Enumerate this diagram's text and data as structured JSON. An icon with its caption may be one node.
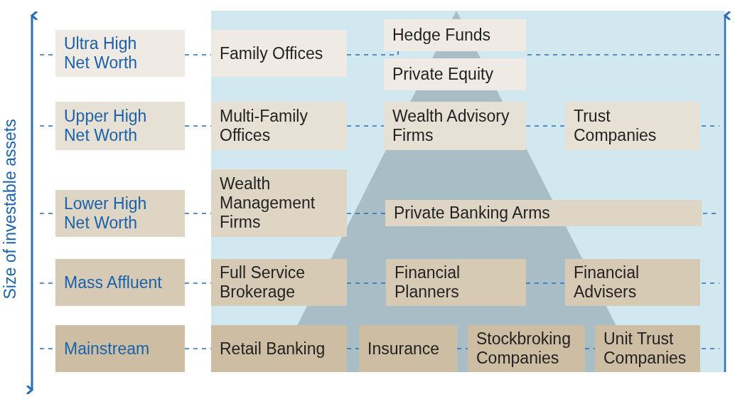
{
  "diagram": {
    "nodes": [
      {
        "text": [
          "Ultra High Net Worth"
        ]
      },
      {
        "text": [
          "Family Offices"
        ]
      },
      {
        "text": [
          "Hedge Funds"
        ]
      },
      {
        "text": [
          "Private Equity"
        ]
      },
      {
        "text": [
          "Upper High Net Worth"
        ]
      },
      {
        "text": [
          "Multi-Family Offices"
        ]
      },
      {
        "text": [
          "Wealth Advisory Firms"
        ]
      },
      {
        "text": [
          "Trust Companies"
        ]
      },
      {
        "text": [
          "Lower High Net Worth"
        ]
      },
      {
        "text": [
          "Wealth Management Firms"
        ]
      },
      {
        "text": [
          "Private Banking Arms"
        ]
      },
      {
        "text": [
          "Mass Affluent"
        ]
      },
      {
        "text": [
          "Full Service Brokerage"
        ]
      },
      {
        "text": [
          "Financial Planners"
        ]
      },
      {
        "text": [
          "Financial Advisers"
        ]
      },
      {
        "text": [
          "Mainstream"
        ]
      },
      {
        "text": [
          "Retail Banking"
        ]
      },
      {
        "text": [
          "Insurance"
        ]
      },
      {
        "text": [
          "Stockbroking Companies"
        ]
      },
      {
        "text": [
          "Unit Trust Companies"
        ]
      }
    ],
    "edges": [
      {
        "from": 0,
        "to": 1,
        "arrow": "none",
        "style": "dashed"
      },
      {
        "from": 1,
        "to": 2,
        "arrow": "none",
        "style": "dashed"
      },
      {
        "from": 4,
        "to": 5,
        "arrow": "none",
        "style": "dashed"
      },
      {
        "from": 5,
        "to": 6,
        "arrow": "none",
        "style": "dashed"
      },
      {
        "from": 6,
        "to": 7,
        "arrow": "none",
        "style": "dashed"
      },
      {
        "from": 8,
        "to": 9,
        "arrow": "none",
        "style": "dashed"
      },
      {
        "from": 9,
        "to": 10,
        "arrow": "none",
        "style": "dashed"
      },
      {
        "from": 11,
        "to": 12,
        "arrow": "none",
        "style": "dashed"
      },
      {
        "from": 12,
        "to": 13,
        "arrow": "none",
        "style": "dashed"
      },
      {
        "from": 13,
        "to": 14,
        "arrow": "none",
        "style": "dashed"
      },
      {
        "from": 15,
        "to": 16,
        "arrow": "none",
        "style": "dashed"
      },
      {
        "from": 16,
        "to": 17,
        "arrow": "none",
        "style": "dashed"
      },
      {
        "from": 17,
        "to": 18,
        "arrow": "none",
        "style": "dashed"
      },
      {
        "from": 18,
        "to": 19,
        "arrow": "none",
        "style": "dashed"
      }
    ],
    "labels": [
      "Size of investable assets"
    ]
  }
}
